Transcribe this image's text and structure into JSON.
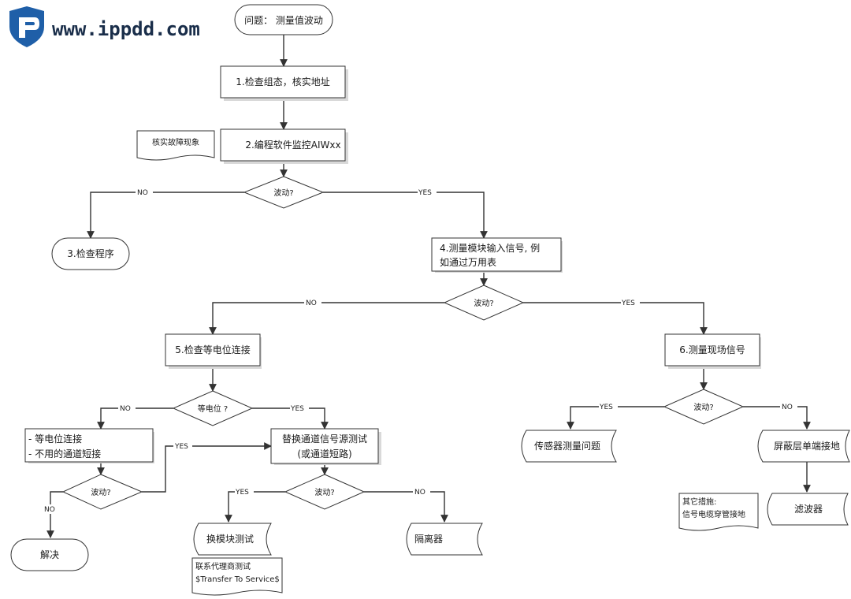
{
  "watermark": {
    "text": "www.ippdd.com"
  },
  "colors": {
    "logo": "#1f5fa8",
    "stroke": "#333333",
    "shade": "#d9d9d9"
  },
  "nodes": {
    "start": "问题： 测量值波动",
    "step1": "1.检查组态，核实地址",
    "note_verify": "核实故障现象",
    "step2": "2.编程软件监控AIWxx",
    "dec1": "波动?",
    "step3": "3.检查程序",
    "step4_l1": "4.测量模块输入信号, 例",
    "step4_l2": "如通过万用表",
    "dec2": "波动?",
    "step5": "5.检查等电位连接",
    "step6": "6.测量现场信号",
    "dec_equi": "等电位 ?",
    "fix_l1": "- 等电位连接",
    "fix_l2": "- 不用的通道短接",
    "dec4": "波动?",
    "solved": "解决",
    "replace_l1": "替换通道信号源测试",
    "replace_l2": "(或通道短路)",
    "dec5": "波动?",
    "swap_module": "换模块测试",
    "note_agent_l1": "联系代理商测试",
    "note_agent_l2": "$Transfer To Service$",
    "isolator": "隔离器",
    "dec6": "波动?",
    "sensor": "传感器测量问题",
    "shield": "屏蔽层单端接地",
    "filter": "滤波器",
    "note_other_l1": "其它措施:",
    "note_other_l2": "信号电缆穿管接地"
  },
  "edges": {
    "yes": "YES",
    "no": "NO"
  }
}
